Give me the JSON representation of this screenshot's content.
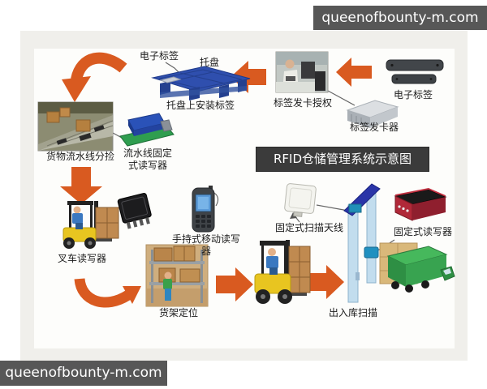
{
  "watermarks": {
    "top_right": "queenofbounty-m.com",
    "bottom_left": "queenofbounty-m.com"
  },
  "banner": {
    "title": "RFID仓储管理系统示意图"
  },
  "labels": {
    "pallet_tag": "电子标签",
    "pallet": "托盘",
    "pallet_install": "托盘上安装标签",
    "issue_auth": "标签发卡授权",
    "right_tags": "电子标签",
    "card_issuer": "标签发卡器",
    "conveyor": "货物流水线分捡",
    "conveyor_reader": "流水线固定式读写器",
    "forklift_reader": "叉车读写器",
    "handheld_reader": "手持式移动读写器",
    "shelf": "货架定位",
    "antenna": "固定式扫描天线",
    "fixed_reader": "固定式读写器",
    "gate": "出入库扫描"
  },
  "colors": {
    "arrow_orange": "#d95a20",
    "banner_bg": "#3b3b3b",
    "watermark_bg": "#575757",
    "pallet_blue": "#2f4fae",
    "gate_blue": "#c2ddee",
    "reader_red": "#b02838",
    "truck_green": "#38a350"
  }
}
